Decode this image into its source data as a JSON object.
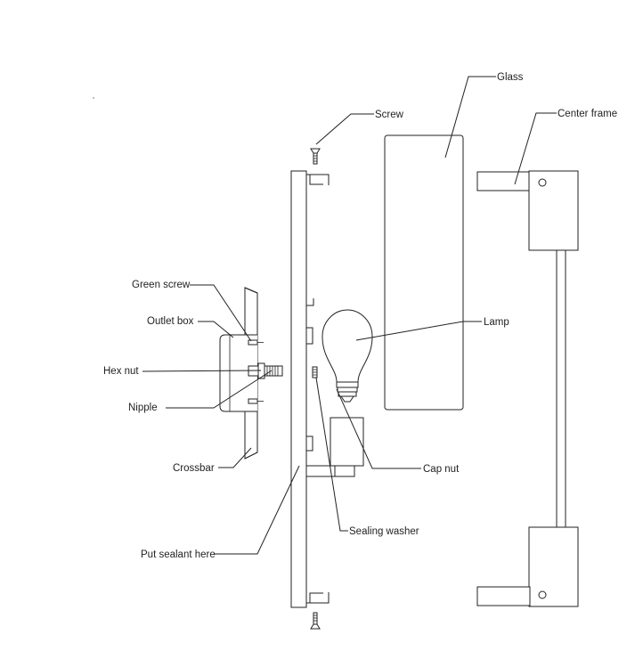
{
  "labels": {
    "glass": "Glass",
    "screw": "Screw",
    "center_frame": "Center frame",
    "green_screw": "Green screw",
    "outlet_box": "Outlet box",
    "lamp": "Lamp",
    "hex_nut": "Hex nut",
    "nipple": "Nipple",
    "cap_nut": "Cap nut",
    "crossbar": "Crossbar",
    "sealing_washer": "Sealing washer",
    "put_sealant_here": "Put sealant here"
  },
  "colors": {
    "line": "#222222",
    "background": "#ffffff"
  }
}
